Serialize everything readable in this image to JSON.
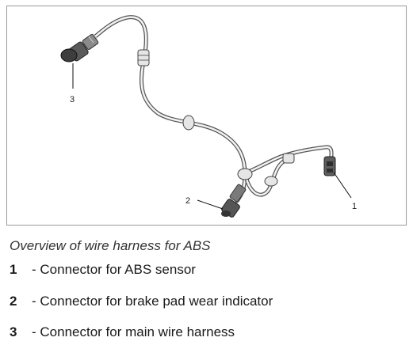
{
  "figure": {
    "callouts": [
      {
        "id": "1",
        "label": "1"
      },
      {
        "id": "2",
        "label": "2"
      },
      {
        "id": "3",
        "label": "3"
      }
    ]
  },
  "caption": "Overview of wire harness for ABS",
  "legend": [
    {
      "number": "1",
      "text": "- Connector for ABS sensor"
    },
    {
      "number": "2",
      "text": "- Connector for brake pad wear indicator"
    },
    {
      "number": "3",
      "text": "- Connector for main wire harness"
    }
  ]
}
